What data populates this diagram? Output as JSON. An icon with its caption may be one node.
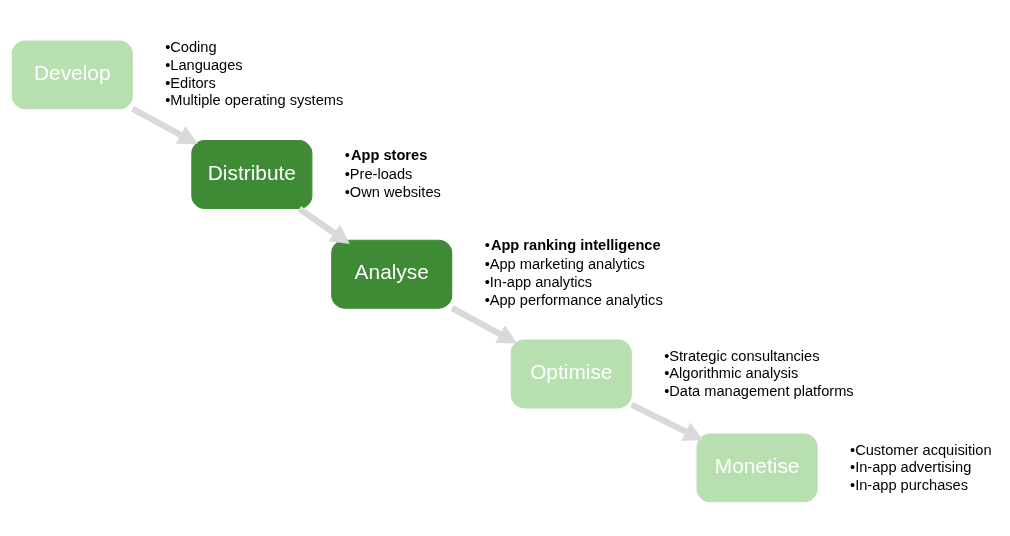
{
  "diagram": {
    "nodes": [
      {
        "text": [
          "Develop"
        ],
        "beside": [
          "•Coding",
          "•Languages",
          "•Editors",
          "•Multiple operating systems"
        ]
      },
      {
        "text": [
          "Distribute"
        ],
        "beside": [
          "•**App stores**",
          "•Pre-loads",
          "•Own websites"
        ]
      },
      {
        "text": [
          "Analyse"
        ],
        "beside": [
          "•**App ranking intelligence**",
          "•App marketing analytics",
          "•In-app analytics",
          "•App performance analytics"
        ]
      },
      {
        "text": [
          "Optimise"
        ],
        "beside": [
          "•Strategic consultancies",
          "•Algorithmic analysis",
          "•Data management platforms"
        ]
      },
      {
        "text": [
          "Monetise"
        ],
        "beside": [
          "•Customer acquisition",
          "•In-app advertising",
          "•In-app purchases"
        ]
      }
    ],
    "edges": [
      {
        "from": 0,
        "to": 1,
        "arrow": "to"
      },
      {
        "from": 1,
        "to": 2,
        "arrow": "to"
      },
      {
        "from": 2,
        "to": 3,
        "arrow": "to"
      },
      {
        "from": 3,
        "to": 4,
        "arrow": "to"
      }
    ]
  }
}
